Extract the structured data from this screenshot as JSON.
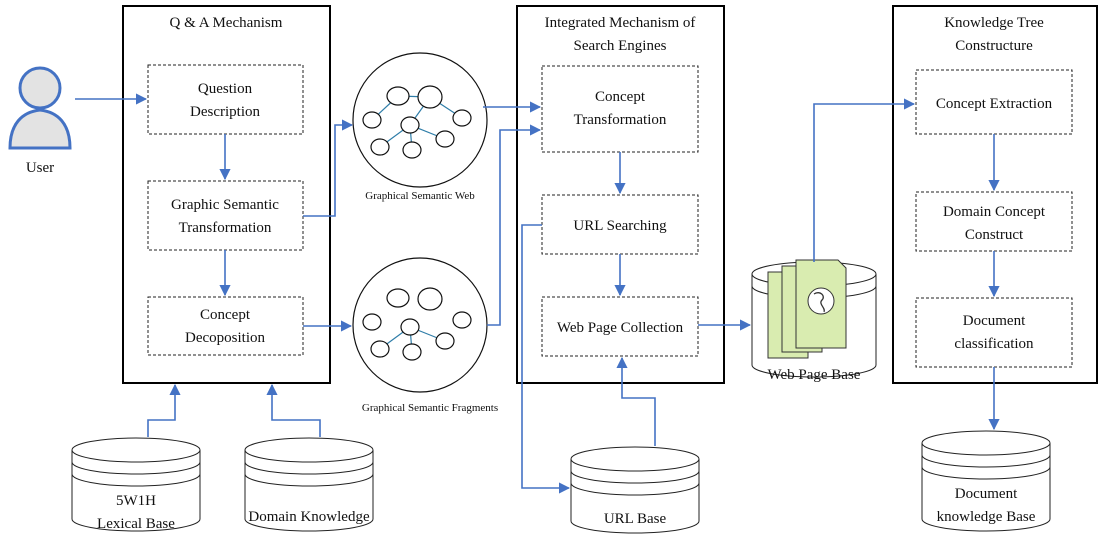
{
  "diagram": {
    "panels": {
      "qa": {
        "title": "Q & A Mechanism"
      },
      "search": {
        "title_line1": "Integrated Mechanism of",
        "title_line2": "Search Engines"
      },
      "tree": {
        "title_line1": "Knowledge Tree",
        "title_line2": "Constructure"
      }
    },
    "boxes": {
      "question": {
        "line1": "Question",
        "line2": "Description"
      },
      "graphic": {
        "line1": "Graphic Semantic",
        "line2": "Transformation"
      },
      "decomp": {
        "line1": "Concept",
        "line2": "Decoposition"
      },
      "concept_trans": {
        "line1": "Concept",
        "line2": "Transformation"
      },
      "url_search": {
        "line1": "URL Searching"
      },
      "web_collect": {
        "line1": "Web Page Collection"
      },
      "concept_extract": {
        "line1": "Concept Extraction"
      },
      "domain_construct": {
        "line1": "Domain Concept",
        "line2": "Construct"
      },
      "doc_class": {
        "line1": "Document",
        "line2": "classification"
      }
    },
    "networks": {
      "semantic_web": "Graphical Semantic Web",
      "semantic_fragments": "Graphical Semantic Fragments"
    },
    "databases": {
      "lexical": {
        "line1": "5W1H",
        "line2": "Lexical Base"
      },
      "domain": {
        "line1": "Domain Knowledge"
      },
      "url": {
        "line1": "URL Base"
      },
      "web_page": {
        "line1": "Web Page Base"
      },
      "document": {
        "line1": "Document",
        "line2": "knowledge Base"
      }
    },
    "actors": {
      "user": "User"
    },
    "colors": {
      "arrow": "#4472c4",
      "edge": "#2e7da8",
      "page_fill": "#d9ecb0",
      "user_stroke": "#4472c4",
      "user_fill": "#e3e3e3"
    }
  }
}
